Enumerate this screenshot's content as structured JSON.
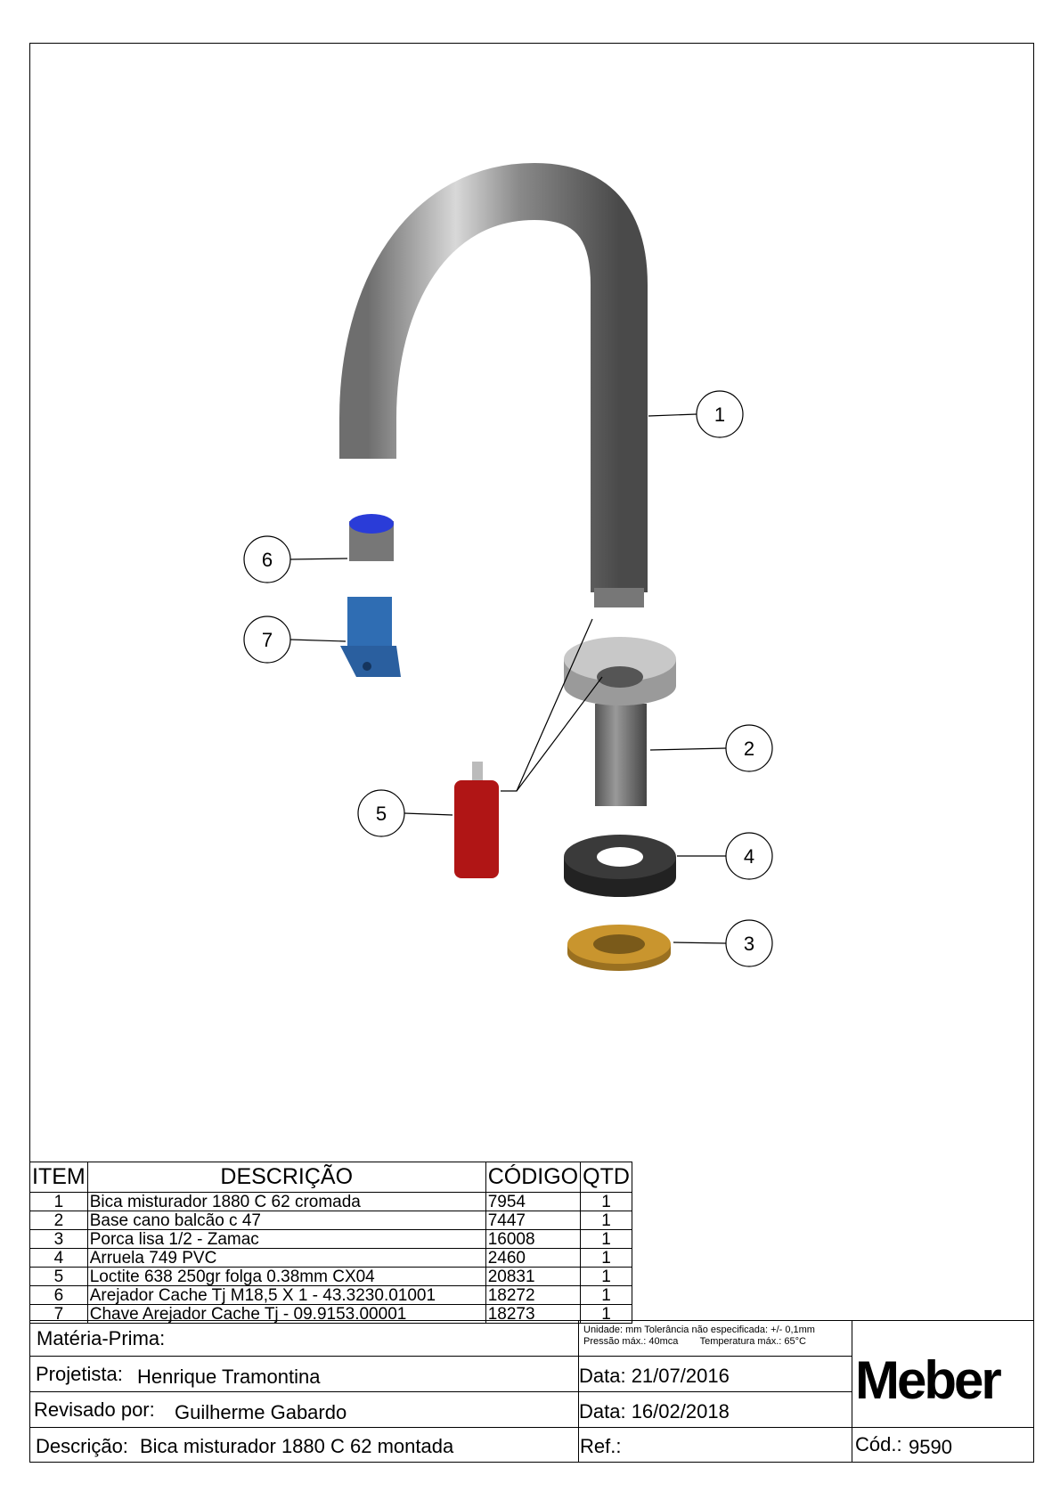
{
  "balloons": [
    "1",
    "2",
    "3",
    "4",
    "5",
    "6",
    "7"
  ],
  "bom": {
    "headers": {
      "item": "ITEM",
      "desc": "DESCRIÇÃO",
      "code": "CÓDIGO",
      "qty": "QTD"
    },
    "rows": [
      {
        "item": "1",
        "desc": "Bica misturador 1880 C 62 cromada",
        "code": "7954",
        "qty": "1"
      },
      {
        "item": "2",
        "desc": "Base cano balcão c 47",
        "code": "7447",
        "qty": "1"
      },
      {
        "item": "3",
        "desc": "Porca lisa 1/2  - Zamac",
        "code": "16008",
        "qty": "1"
      },
      {
        "item": "4",
        "desc": "Arruela 749 PVC",
        "code": "2460",
        "qty": "1"
      },
      {
        "item": "5",
        "desc": "Loctite 638 250gr folga 0.38mm CX04",
        "code": "20831",
        "qty": "1"
      },
      {
        "item": "6",
        "desc": "Arejador Cache Tj  M18,5 X 1 - 43.3230.01001",
        "code": "18272",
        "qty": "1"
      },
      {
        "item": "7",
        "desc": "Chave Arejador  Cache Tj - 09.9153.00001",
        "code": "18273",
        "qty": "1"
      }
    ]
  },
  "title_block": {
    "materia_label": "Matéria-Prima:",
    "notes_line1": "Unidade: mm Tolerância não especificada: +/- 0,1mm",
    "notes_line2": "Pressão máx.: 40mca        Temperatura máx.: 65°C",
    "projetista_label": "Projetista:",
    "projetista": "Henrique Tramontina",
    "data1": "Data: 21/07/2016",
    "revisado_label": "Revisado por:",
    "revisado": "Guilherme Gabardo",
    "data2": "Data: 16/02/2018",
    "descricao_label": "Descrição:",
    "descricao": "Bica misturador 1880 C 62 montada",
    "ref_label": "Ref.:",
    "cod_label": "Cód.:",
    "cod": "9590",
    "logo": "Meber"
  }
}
